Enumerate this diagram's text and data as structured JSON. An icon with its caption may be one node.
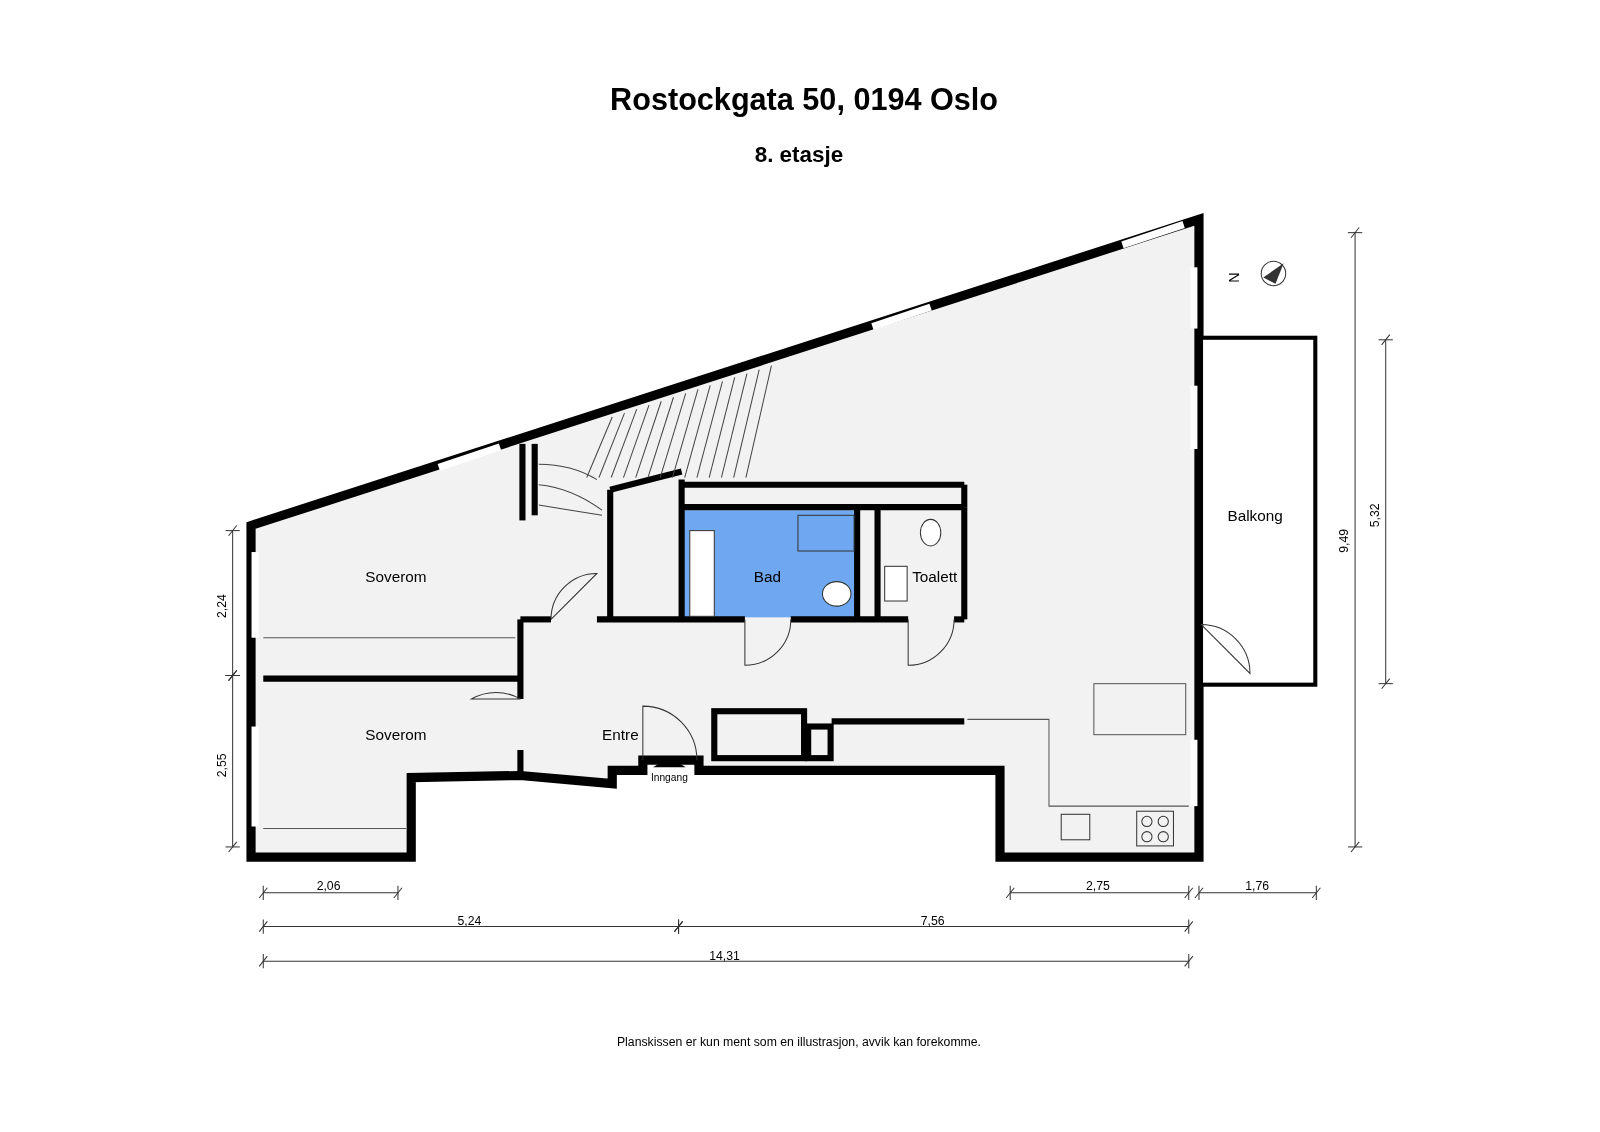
{
  "diagram": {
    "title": "Rostockgata 50, 0194 Oslo",
    "caption": "Planskissen er kun ment som en illustrasjon, avvik kan forekomme.",
    "labels": [
      "8. etasje",
      "N",
      "Soverom",
      "Bad",
      "Toalett",
      "Balkong",
      "2,24",
      "9,49",
      "5,32",
      "Soverom",
      "Entre",
      "2,55",
      "Inngang",
      "2,06",
      "2,75",
      "1,76",
      "5,24",
      "7,56",
      "14,31"
    ]
  }
}
